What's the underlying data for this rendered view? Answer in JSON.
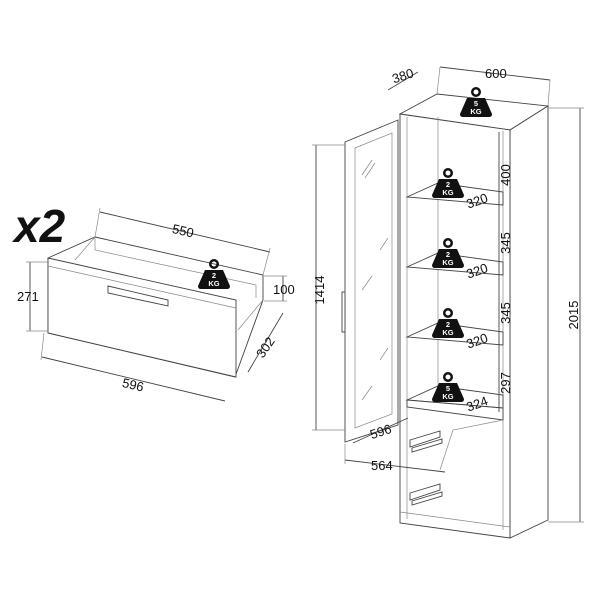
{
  "drawer": {
    "quantity": "x2",
    "dims": {
      "depth": "550",
      "height": "271",
      "inner_height": "100",
      "side": "302",
      "width": "596"
    },
    "weight": {
      "value": "2",
      "unit": "KG"
    }
  },
  "cabinet": {
    "dims": {
      "depth": "380",
      "width": "600",
      "height": "2015",
      "door_height": "1414",
      "door_width": "596",
      "inner_width": "564",
      "gaps": [
        "400",
        "345",
        "345",
        "297"
      ],
      "shelf_depths": [
        "320",
        "320",
        "320",
        "324"
      ]
    },
    "top_weight": {
      "value": "5",
      "unit": "KG"
    },
    "shelf_weights": [
      {
        "value": "2",
        "unit": "KG"
      },
      {
        "value": "2",
        "unit": "KG"
      },
      {
        "value": "2",
        "unit": "KG"
      },
      {
        "value": "5",
        "unit": "KG"
      }
    ]
  }
}
